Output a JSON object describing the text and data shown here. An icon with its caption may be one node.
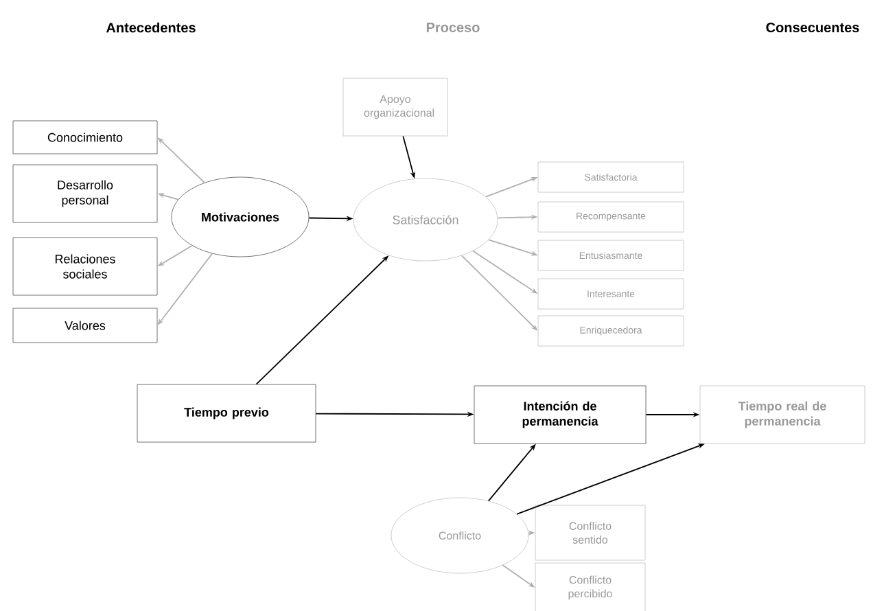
{
  "diagram": {
    "nodes": [
      {
        "text": [
          "Conocimiento"
        ]
      },
      {
        "text": [
          "Desarrollo personal"
        ]
      },
      {
        "text": [
          "Relaciones sociales"
        ]
      },
      {
        "text": [
          "Valores"
        ]
      },
      {
        "text": [
          "Motivaciones"
        ]
      },
      {
        "text": [
          "Apoyo organizacional"
        ]
      },
      {
        "text": [
          "Satisfacción"
        ]
      },
      {
        "text": [
          "Satisfactoria"
        ]
      },
      {
        "text": [
          "Recompensante"
        ]
      },
      {
        "text": [
          "Entusiasmante"
        ]
      },
      {
        "text": [
          "Interesante"
        ]
      },
      {
        "text": [
          "Enriquecedora"
        ]
      },
      {
        "text": [
          "Tiempo previo"
        ]
      },
      {
        "text": [
          "Intención de permanencia"
        ]
      },
      {
        "text": [
          "Tiempo real de permanencia"
        ]
      },
      {
        "text": [
          "Conflicto"
        ]
      },
      {
        "text": [
          "Conflicto sentido"
        ]
      },
      {
        "text": [
          "Conflicto percibido"
        ]
      }
    ],
    "edges": [
      {
        "from": 4,
        "to": 0,
        "arrow": "to"
      },
      {
        "from": 4,
        "to": 1,
        "arrow": "to"
      },
      {
        "from": 4,
        "to": 2,
        "arrow": "to"
      },
      {
        "from": 4,
        "to": 3,
        "arrow": "to"
      },
      {
        "from": 4,
        "to": 6,
        "arrow": "to",
        "color": "#000000"
      },
      {
        "from": 5,
        "to": 6,
        "arrow": "to",
        "color": "#000000"
      },
      {
        "from": 12,
        "to": 6,
        "arrow": "to",
        "color": "#000000"
      },
      {
        "from": 6,
        "to": 7,
        "arrow": "to"
      },
      {
        "from": 6,
        "to": 8,
        "arrow": "to"
      },
      {
        "from": 6,
        "to": 9,
        "arrow": "to"
      },
      {
        "from": 6,
        "to": 10,
        "arrow": "to"
      },
      {
        "from": 6,
        "to": 11,
        "arrow": "to"
      },
      {
        "from": 12,
        "to": 13,
        "arrow": "to",
        "color": "#000000"
      },
      {
        "from": 13,
        "to": 14,
        "arrow": "to",
        "color": "#000000"
      },
      {
        "from": 15,
        "to": 13,
        "arrow": "to",
        "color": "#000000"
      },
      {
        "from": 15,
        "to": 14,
        "arrow": "to",
        "color": "#000000"
      },
      {
        "from": 15,
        "to": 16,
        "arrow": "to"
      },
      {
        "from": 15,
        "to": 17,
        "arrow": "to"
      }
    ],
    "labels": [
      "Antecedentes",
      "Proceso",
      "Consecuentes"
    ]
  }
}
